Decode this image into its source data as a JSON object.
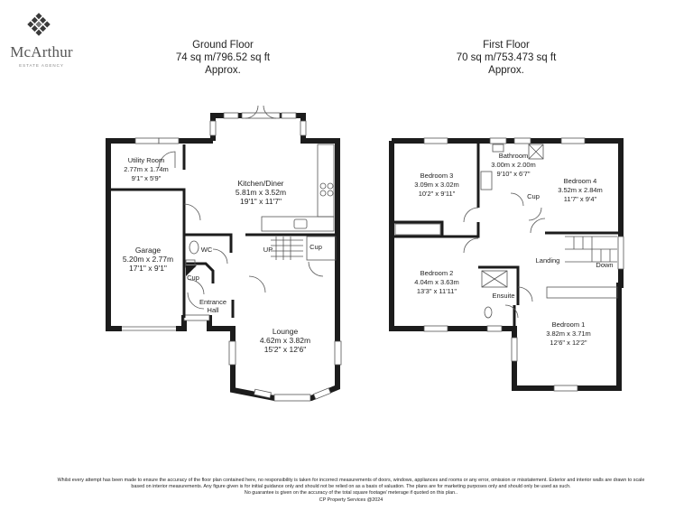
{
  "brand": {
    "name": "McArthur",
    "tagline": "ESTATE AGENCY"
  },
  "ground_floor": {
    "title": "Ground Floor",
    "area": "74 sq m/796.52 sq ft",
    "approx": "Approx.",
    "rooms": {
      "utility": {
        "name": "Utility Room",
        "metric": "2.77m x 1.74m",
        "imperial": "9'1\" x 5'9\""
      },
      "kitchen": {
        "name": "Kitchen/Diner",
        "metric": "5.81m x 3.52m",
        "imperial": "19'1\" x 11'7\""
      },
      "garage": {
        "name": "Garage",
        "metric": "5.20m x 2.77m",
        "imperial": "17'1\" x 9'1\""
      },
      "wc": "WC",
      "up": "UP",
      "cup_right": "Cup",
      "cup_left": "Cup",
      "hall_line1": "Entrance",
      "hall_line2": "Hall",
      "lounge": {
        "name": "Lounge",
        "metric": "4.62m x 3.82m",
        "imperial": "15'2\" x 12'6\""
      }
    }
  },
  "first_floor": {
    "title": "First Floor",
    "area": "70 sq m/753.473 sq ft",
    "approx": "Approx.",
    "rooms": {
      "bedroom3": {
        "name": "Bedroom 3",
        "metric": "3.09m x 3.02m",
        "imperial": "10'2\" x 9'11\""
      },
      "bathroom": {
        "name": "Bathroom",
        "metric": "3.00m x 2.00m",
        "imperial": "9'10\" x 6'7\""
      },
      "bedroom4": {
        "name": "Bedroom 4",
        "metric": "3.52m x 2.84m",
        "imperial": "11'7\" x 9'4\""
      },
      "cup": "Cup",
      "landing": "Landing",
      "down": "Down",
      "bedroom2": {
        "name": "Bedroom 2",
        "metric": "4.04m x 3.63m",
        "imperial": "13'3\" x 11'11\""
      },
      "ensuite": "Ensuite",
      "bedroom1": {
        "name": "Bedroom 1",
        "metric": "3.82m x 3.71m",
        "imperial": "12'6\" x 12'2\""
      }
    }
  },
  "footer": {
    "line1": "Whilst every attempt has been made to ensure the accuracy of the floor plan contained here, no responsibility is taken for incorrect measurements of doors, windows, appliances and rooms or any error, omission or misstatement. Exterior and interior walls are drawn to scale",
    "line2": "based on interior measurements. Any figure given is for initial guidance only and should not be relied on as a basis of valuation. The plans are for marketing purposes only and should only be used as such.",
    "line3": "No guarantee is given on the accuracy of the total square footage/ meterage if quoted on this plan..",
    "line4": "CP Property Services @2024"
  }
}
